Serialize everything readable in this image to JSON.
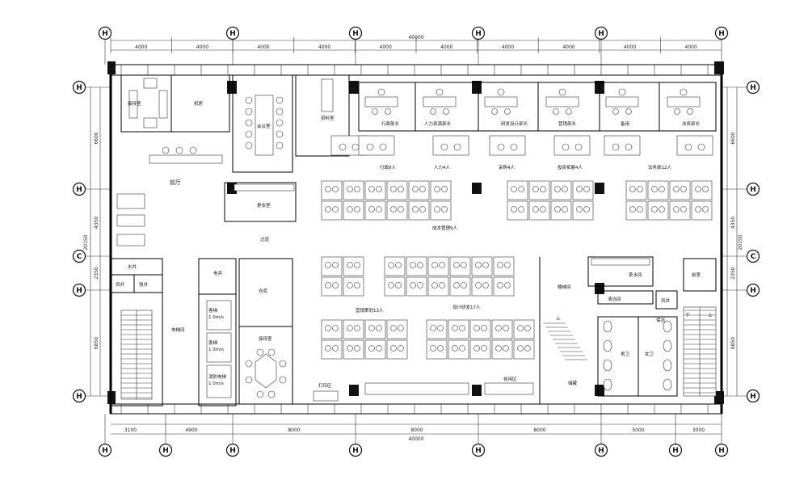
{
  "overall_dimension_top": "40000",
  "overall_dimension_bottom": "40000",
  "top_spans": [
    "4000",
    "4000",
    "4000",
    "4000",
    "4000",
    "4000",
    "4000",
    "4000",
    "4000",
    "4000"
  ],
  "bottom_spans": [
    "3100",
    "4900",
    "8000",
    "8000",
    "8000",
    "5000",
    "3000"
  ],
  "left_spans": [
    "6600",
    "4350",
    "2350",
    "6850"
  ],
  "right_spans": [
    "6600",
    "4350",
    "2350",
    "6850"
  ],
  "side_total": "20150",
  "axis_bubble_label": "H",
  "axis_bubble_label_alt": "C",
  "rooms": {
    "reception": "接待室",
    "machine_room": "机房",
    "meeting_room": "会议室",
    "archive": "资料室",
    "admin_head": "行政部长",
    "hr_head": "人力资源部长",
    "rd_head": "研发设计部长",
    "sales_head": "营销部长",
    "spare": "备用",
    "legal_head": "法务部长",
    "lobby": "前厅",
    "dressing": "更衣室",
    "corridor": "过道",
    "admin_staff": "行政8人",
    "hr_staff": "人力4人",
    "purchase_staff": "采购4人",
    "invest_staff": "投资拓展4人",
    "legal_staff": "法务部12人",
    "cost_staff": "成本管理9人",
    "water_well": "水井",
    "wind_well": "风井",
    "strong_well": "强井",
    "elec_well": "电井",
    "warehouse": "仓库",
    "elevator_hall": "电梯间",
    "marketing_staff": "营销策划13人",
    "design_staff": "设计研发17人",
    "stairwell": "楼梯间",
    "tea_room": "茶水间",
    "front_room": "前室",
    "cleaning_room": "清洁间",
    "reception2": "接待室",
    "print_area": "打印区",
    "leisure_area": "休闲区",
    "warehouse2": "储藏",
    "men_wc": "男卫",
    "women_wc": "女卫",
    "wind_well2": "风井",
    "cleaning2": "保洁",
    "stair_up": "上",
    "stair_down": "下",
    "elevator1": "客梯",
    "elevator2": "客梯",
    "elevator3": "消防电梯",
    "elevator_cap1": "1.0m/s",
    "elevator_cap2": "1.0m/s",
    "elevator_cap3": "1.0m/s"
  }
}
